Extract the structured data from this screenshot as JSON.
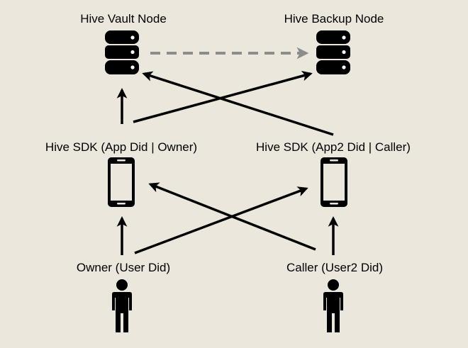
{
  "colors": {
    "background": "#ebe7dc",
    "ink": "#000000",
    "replication_arrow": "#8c8c8c"
  },
  "nodes": {
    "vault": {
      "label": "Hive Vault Node",
      "icon": "database-icon"
    },
    "backup": {
      "label": "Hive Backup Node",
      "icon": "database-icon"
    },
    "sdk_owner": {
      "label": "Hive SDK (App Did | Owner)",
      "icon": "smartphone-icon"
    },
    "sdk_caller": {
      "label": "Hive SDK (App2 Did | Caller)",
      "icon": "smartphone-icon"
    },
    "owner": {
      "label": "Owner (User Did)",
      "icon": "person-icon"
    },
    "caller": {
      "label": "Caller (User2 Did)",
      "icon": "person-icon"
    }
  },
  "edges": [
    {
      "from": "vault",
      "to": "backup",
      "style": "dashed"
    },
    {
      "from": "sdk_owner",
      "to": "vault",
      "style": "solid"
    },
    {
      "from": "sdk_owner",
      "to": "backup",
      "style": "solid"
    },
    {
      "from": "sdk_caller",
      "to": "vault",
      "style": "solid"
    },
    {
      "from": "owner",
      "to": "sdk_owner",
      "style": "solid"
    },
    {
      "from": "owner",
      "to": "sdk_caller",
      "style": "solid"
    },
    {
      "from": "caller",
      "to": "sdk_caller",
      "style": "solid"
    },
    {
      "from": "caller",
      "to": "sdk_owner",
      "style": "solid"
    }
  ]
}
